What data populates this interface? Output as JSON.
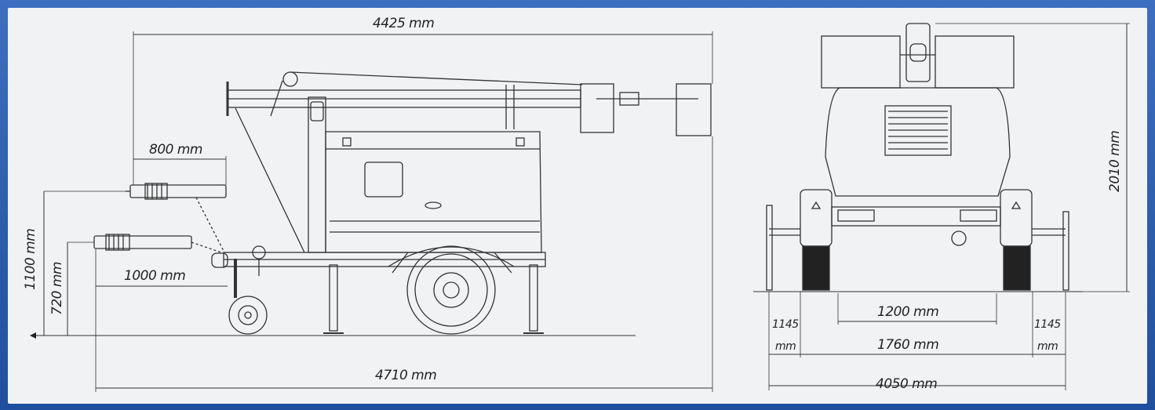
{
  "dimensions": {
    "overall_length_top": "4425 mm",
    "drawbar_offset": "800 mm",
    "hitch_height_high": "1100 mm",
    "hitch_height_low": "720 mm",
    "hitch_reach": "1000 mm",
    "overall_length_bottom": "4710 mm",
    "mast_height": "2010 mm",
    "inner_track": "1200 mm",
    "wheel_track": "1760 mm",
    "outrigger_left_value": "1145",
    "outrigger_left_unit": "mm",
    "outrigger_right_value": "1145",
    "outrigger_right_unit": "mm",
    "overall_width": "4050 mm"
  },
  "colors": {
    "frame_blue": "#2a5aa8",
    "sheet": "#f1f2f4",
    "line": "#333333"
  }
}
